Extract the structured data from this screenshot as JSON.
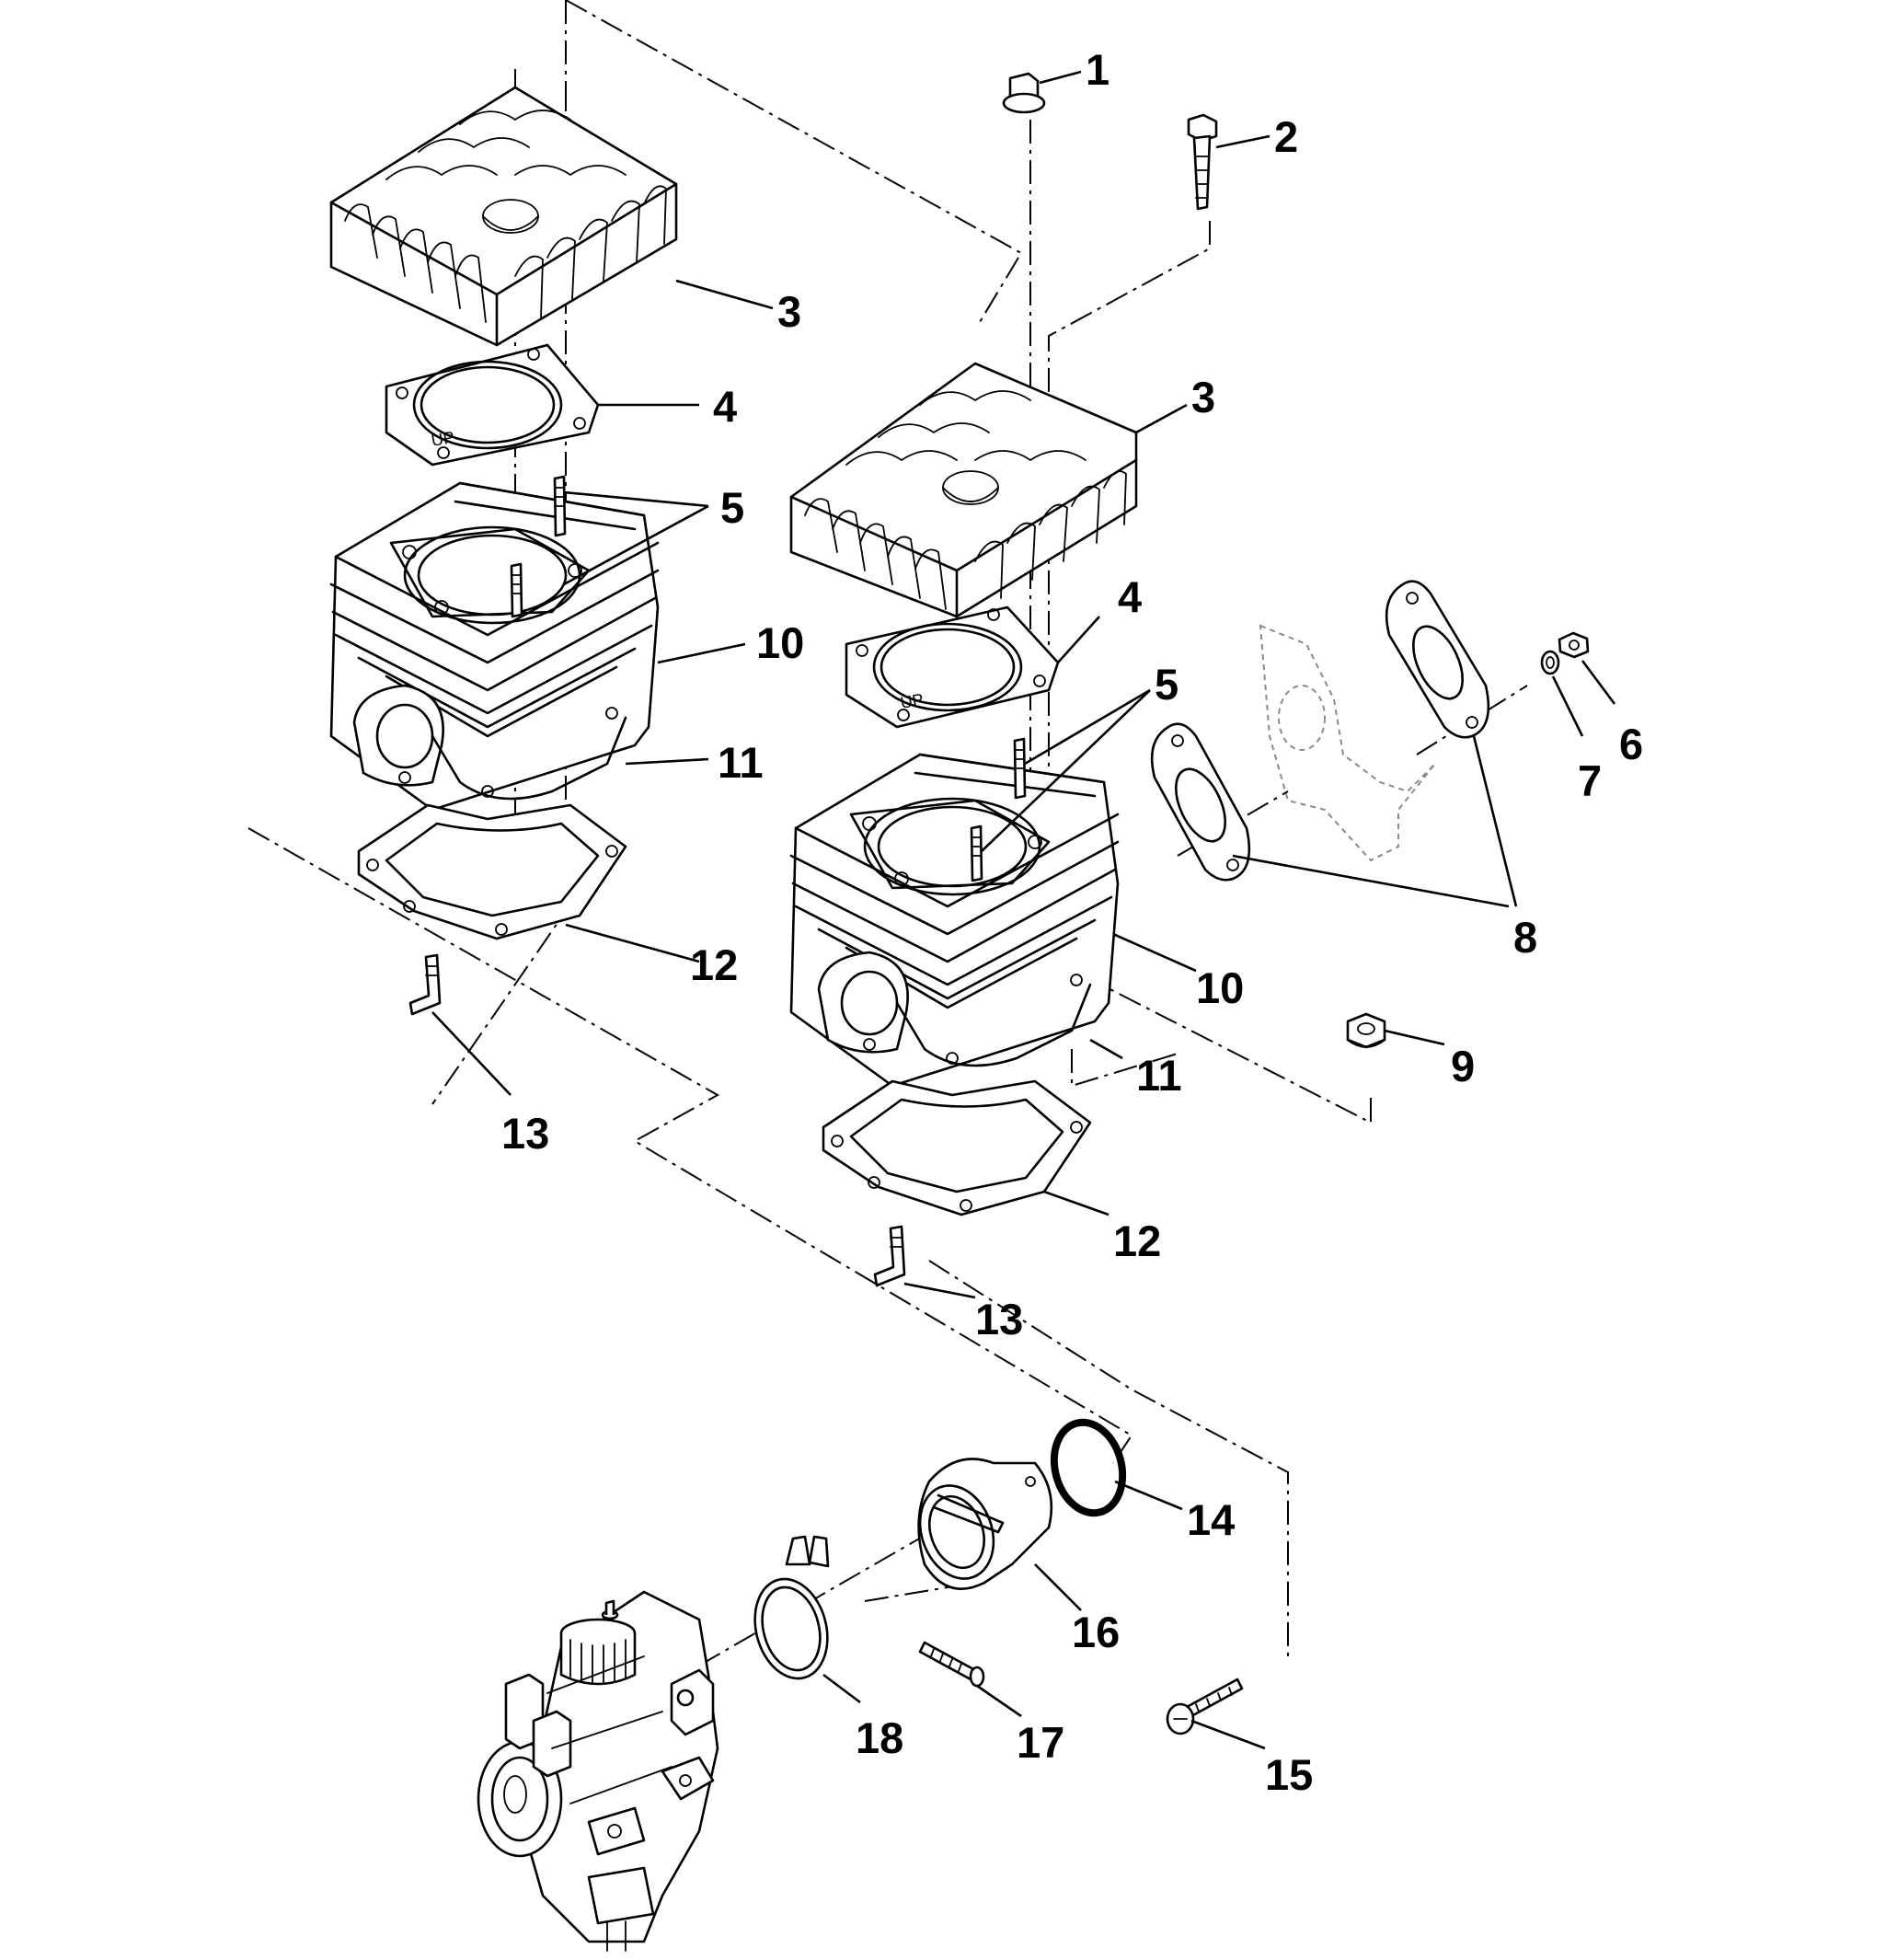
{
  "callouts": [
    {
      "id": "1",
      "text": "1"
    },
    {
      "id": "2",
      "text": "2"
    },
    {
      "id": "3a",
      "text": "3"
    },
    {
      "id": "3b",
      "text": "3"
    },
    {
      "id": "4a",
      "text": "4"
    },
    {
      "id": "4b",
      "text": "4"
    },
    {
      "id": "5a",
      "text": "5"
    },
    {
      "id": "5b",
      "text": "5"
    },
    {
      "id": "6",
      "text": "6"
    },
    {
      "id": "7",
      "text": "7"
    },
    {
      "id": "8",
      "text": "8"
    },
    {
      "id": "9",
      "text": "9"
    },
    {
      "id": "10a",
      "text": "10"
    },
    {
      "id": "10b",
      "text": "10"
    },
    {
      "id": "11a",
      "text": "11"
    },
    {
      "id": "11b",
      "text": "11"
    },
    {
      "id": "12a",
      "text": "12"
    },
    {
      "id": "12b",
      "text": "12"
    },
    {
      "id": "13a",
      "text": "13"
    },
    {
      "id": "13b",
      "text": "13"
    },
    {
      "id": "14",
      "text": "14"
    },
    {
      "id": "15",
      "text": "15"
    },
    {
      "id": "16",
      "text": "16"
    },
    {
      "id": "17",
      "text": "17"
    },
    {
      "id": "18",
      "text": "18"
    }
  ],
  "gasket_marking": "UP"
}
